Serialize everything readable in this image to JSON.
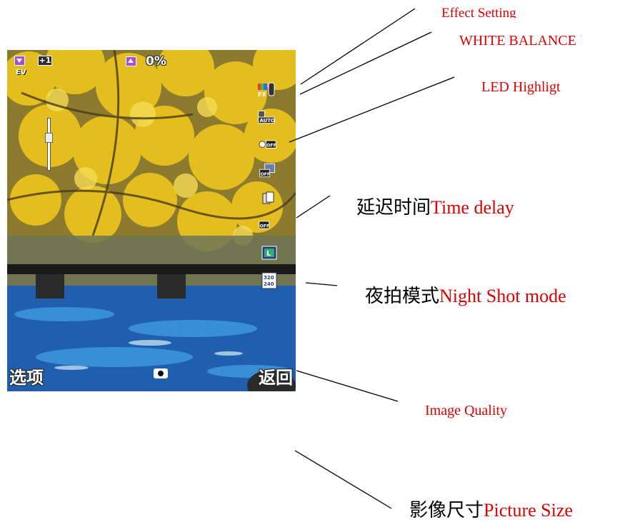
{
  "screen": {
    "ev_label": "EV",
    "ev_value": "+1",
    "percent": "0%",
    "softkey_left": "选项",
    "softkey_right": "返回",
    "status_icons": [
      {
        "name": "effect-setting-icon",
        "text": "FX"
      },
      {
        "name": "white-balance-icon",
        "text": "AUTO"
      },
      {
        "name": "led-highlight-icon",
        "text": "OFF"
      },
      {
        "name": "time-delay-icon",
        "text": "OFF"
      },
      {
        "name": "burst-icon",
        "text": ""
      },
      {
        "name": "night-shot-icon",
        "text": "OFF"
      },
      {
        "name": "image-quality-icon",
        "text": "L"
      },
      {
        "name": "picture-size-icon",
        "text": "320 240"
      }
    ]
  },
  "annotations": {
    "effect_setting": "Effect Setting",
    "white_balance": "WHITE BALANCE",
    "led_highlight": "LED Highligt",
    "time_delay_cn": "延迟时间",
    "time_delay_en": "Time delay",
    "night_shot_cn": "夜拍模式",
    "night_shot_en": "Night Shot mode",
    "image_quality": "Image Quality",
    "picture_size_cn": "影像尺寸",
    "picture_size_en": "Picture Size"
  },
  "colors": {
    "annotation_red": "#e00000",
    "annotation_black": "#000000",
    "osd_purple": "#a84fcf"
  }
}
